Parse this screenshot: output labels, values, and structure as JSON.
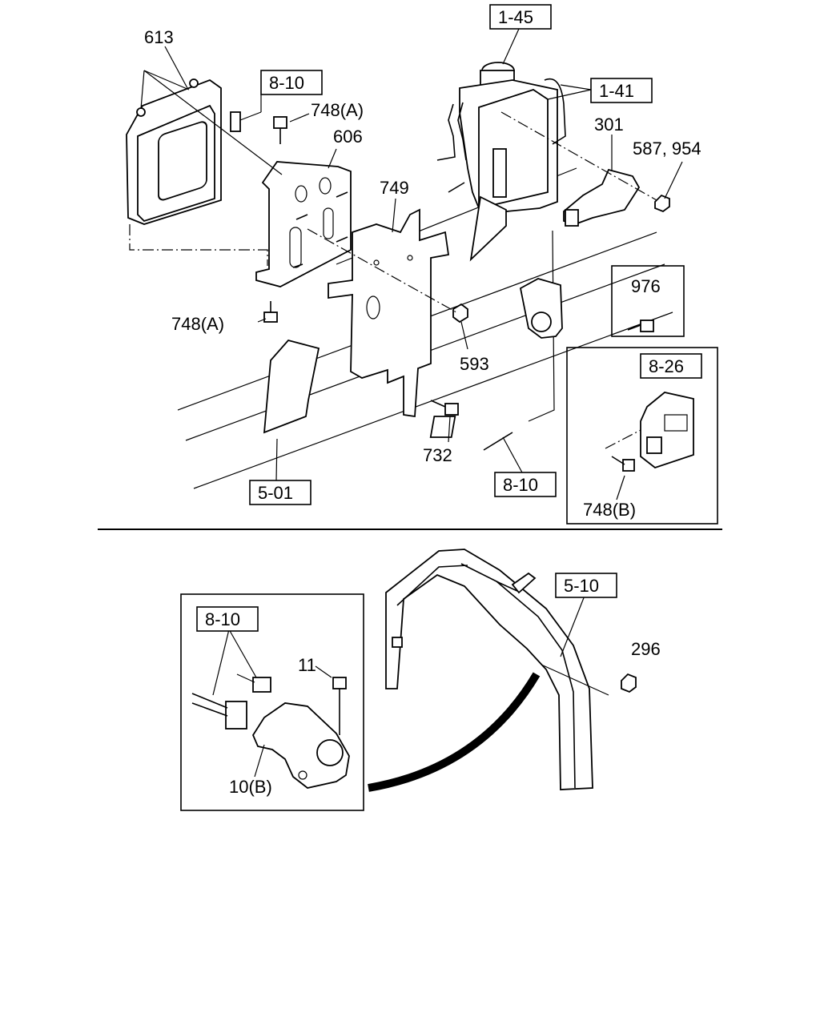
{
  "labels": {
    "l613": "613",
    "l810a": "8-10",
    "l748a_top": "748(A)",
    "l606": "606",
    "l749": "749",
    "l145": "1-45",
    "l141": "1-41",
    "l301": "301",
    "l587": "587, 954",
    "l976": "976",
    "l826": "8-26",
    "l748b": "748(B)",
    "l748a_bot": "748(A)",
    "l593": "593",
    "l732": "732",
    "l501": "5-01",
    "l810b": "8-10",
    "l510": "5-10",
    "l296": "296",
    "l810c": "8-10",
    "l11": "11",
    "l10b": "10(B)"
  }
}
